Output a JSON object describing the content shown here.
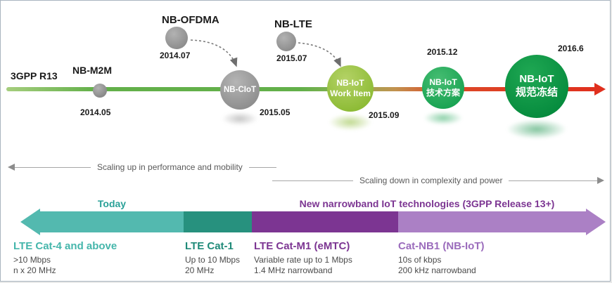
{
  "timeline": {
    "release": "3GPP R13",
    "nodes": [
      {
        "title": "NB-M2M",
        "date": "2014.05"
      },
      {
        "title": "NB-OFDMA",
        "date": "2014.07"
      },
      {
        "title": "NB-CIoT",
        "date": "2015.05"
      },
      {
        "title": "NB-LTE",
        "date": "2015.07"
      },
      {
        "line1": "NB-IoT",
        "line2": "Work Item",
        "date": "2015.09"
      },
      {
        "line1": "NB-IoT",
        "line2": "技术方案",
        "date": "2015.12"
      },
      {
        "line1": "NB-IoT",
        "line2": "规范冻结",
        "date": "2016.6"
      }
    ]
  },
  "scaling": {
    "up_label": "Scaling up in performance and mobility",
    "down_label": "Scaling down in complexity and power"
  },
  "roadmap": {
    "today_label": "Today",
    "new_tech_label": "New narrowband IoT technologies (3GPP Release 13+)",
    "segments": [
      {
        "name": "LTE Cat-4 and above",
        "spec1": ">10 Mbps",
        "spec2": "n x 20 MHz"
      },
      {
        "name": "LTE Cat-1",
        "spec1": "Up to 10 Mbps",
        "spec2": "20 MHz"
      },
      {
        "name": "LTE Cat-M1 (eMTC)",
        "spec1": "Variable rate up to 1 Mbps",
        "spec2": "1.4 MHz narrowband"
      },
      {
        "name": "Cat-NB1 (NB-IoT)",
        "spec1": "10s of kbps",
        "spec2": "200 kHz narrowband"
      }
    ]
  },
  "colors": {
    "teal": "#53b9af",
    "dark_teal": "#27917e",
    "purple": "#7c3592",
    "light_purple": "#ab80c5",
    "timeline_red": "#e0301e",
    "node_green_light": "#8bba33",
    "node_green": "#17a251",
    "node_green_dark": "#058a3d",
    "node_gray": "#8c8c8c"
  }
}
